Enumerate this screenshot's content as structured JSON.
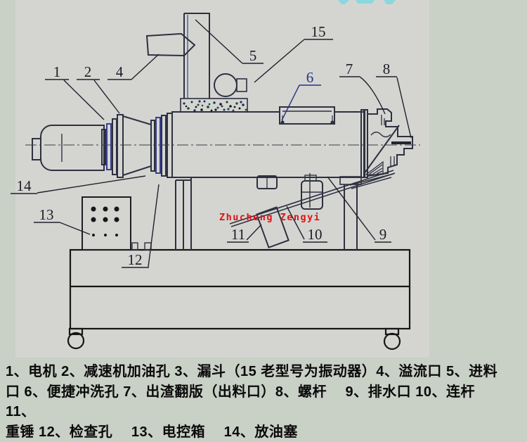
{
  "page": {
    "bg_color": "#c9d0c6",
    "diagram_bg": "#d4d5d1"
  },
  "watermarks": {
    "top_fragment_color": "#8ad8de",
    "center_red": {
      "text": "Zhucheng Zengyi",
      "color": "#e01212"
    }
  },
  "diagram": {
    "callouts": [
      {
        "num": "1",
        "color": "#1c1c26"
      },
      {
        "num": "2",
        "color": "#1c1c26"
      },
      {
        "num": "4",
        "color": "#1c1c26"
      },
      {
        "num": "5",
        "color": "#1c1c26"
      },
      {
        "num": "15",
        "color": "#1c1c26"
      },
      {
        "num": "6",
        "color": "#27337e"
      },
      {
        "num": "7",
        "color": "#1c1c26"
      },
      {
        "num": "8",
        "color": "#1c1c26"
      },
      {
        "num": "9",
        "color": "#1c1c26"
      },
      {
        "num": "10",
        "color": "#1c1c26"
      },
      {
        "num": "11",
        "color": "#1c1c26"
      },
      {
        "num": "12",
        "color": "#1c1c26"
      },
      {
        "num": "13",
        "color": "#1c1c26"
      },
      {
        "num": "14",
        "color": "#1c1c26"
      }
    ]
  },
  "caption": {
    "lines": [
      "1、电机 2、减速机加油孔 3、漏斗（15 老型号为振动器）4、溢流口 5、进料",
      "口 6、便捷冲洗孔 7、出渣翻版（出料口）8、螺杆　 9、排水口 10、连杆　 11、",
      "重锤 12、检查孔　 13、电控箱　 14、放油塞"
    ]
  }
}
